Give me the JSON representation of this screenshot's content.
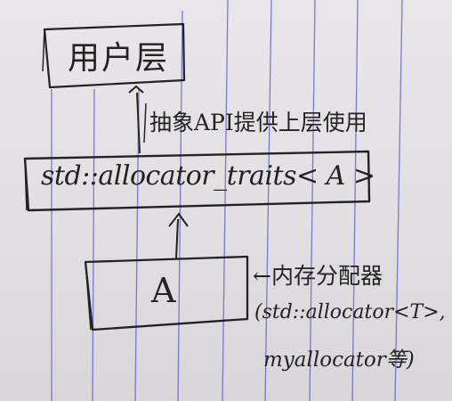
{
  "diagram": {
    "user_layer": "用户层",
    "api_note": "抽象API提供上层使用",
    "traits_box": "std::allocator_traits< A >",
    "allocator_box": "A",
    "allocator_note": "←内存分配器",
    "allocator_examples_line1": "(std::allocator<T>,",
    "allocator_examples_line2": "myallocator等)"
  },
  "colors": {
    "ink": "#222222",
    "rule_lines": "#5a55c8",
    "paper": "#e6e3e7"
  }
}
